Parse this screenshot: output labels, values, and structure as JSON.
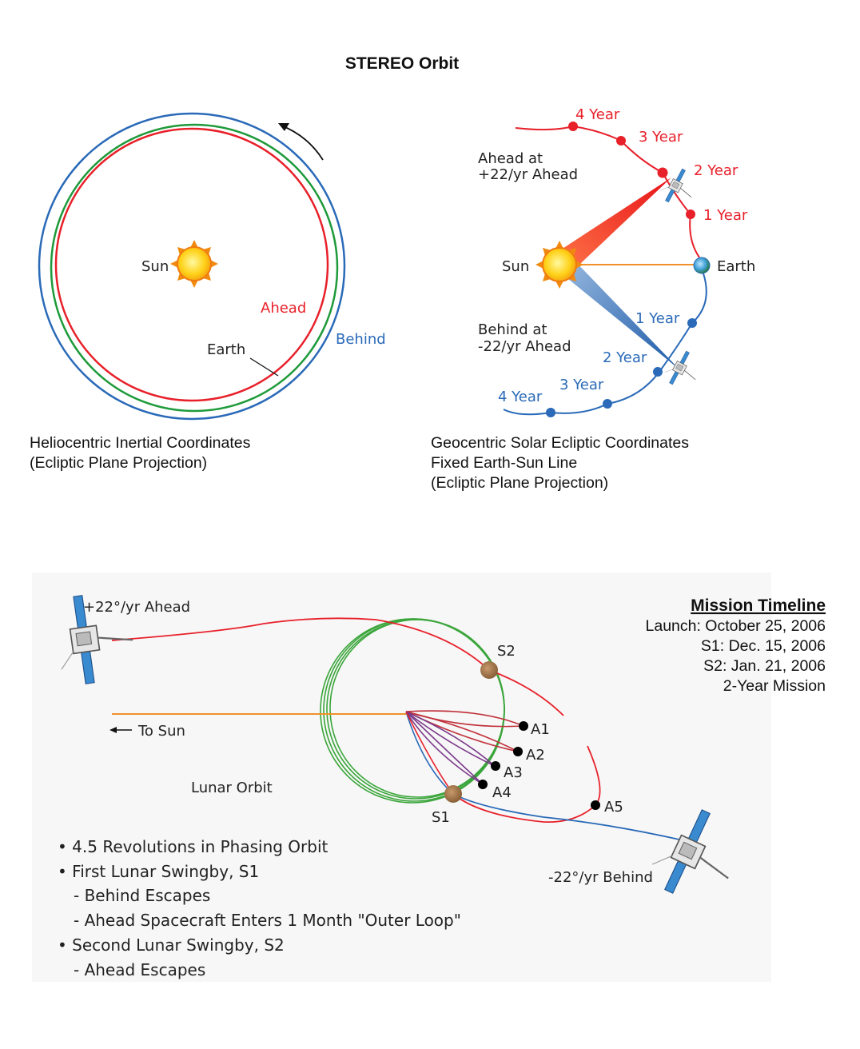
{
  "title": "STEREO Orbit",
  "left_panel": {
    "labels": {
      "sun": "Sun",
      "ahead": "Ahead",
      "earth": "Earth",
      "behind": "Behind"
    },
    "caption": [
      "Heliocentric Inertial Coordinates",
      "(Ecliptic Plane Projection)"
    ]
  },
  "right_panel": {
    "ahead_note": [
      "Ahead at",
      "+22/yr Ahead"
    ],
    "behind_note": [
      "Behind at",
      "-22/yr Ahead"
    ],
    "sun": "Sun",
    "earth": "Earth",
    "ahead_years": [
      "1 Year",
      "2 Year",
      "3 Year",
      "4 Year"
    ],
    "behind_years": [
      "1 Year",
      "2 Year",
      "3 Year",
      "4 Year"
    ],
    "caption": [
      "Geocentric Solar Ecliptic Coordinates",
      "Fixed Earth-Sun Line",
      "(Ecliptic Plane Projection)"
    ]
  },
  "bottom_panel": {
    "ahead_label": "+22°/yr Ahead",
    "behind_label": "-22°/yr Behind",
    "to_sun": "To Sun",
    "lunar_orbit": "Lunar Orbit",
    "points": {
      "s1": "S1",
      "s2": "S2",
      "a1": "A1",
      "a2": "A2",
      "a3": "A3",
      "a4": "A4",
      "a5": "A5"
    },
    "timeline": {
      "heading": "Mission Timeline",
      "lines": [
        "Launch: October 25, 2006",
        "S1:  Dec. 15, 2006",
        "S2:  Jan. 21, 2006",
        "2-Year Mission"
      ]
    },
    "bullets": [
      "• 4.5 Revolutions in Phasing Orbit",
      "• First Lunar Swingby, S1",
      "- Behind Escapes",
      "- Ahead Spacecraft Enters 1 Month \"Outer Loop\"",
      "• Second Lunar Swingby, S2",
      "- Ahead Escapes"
    ]
  },
  "colors": {
    "ahead": "#e8202a",
    "behind": "#2a6ab8",
    "earth_orbit": "#1e9a3a",
    "sun_line": "#f0912a",
    "lunar_orbit": "#3aa53a"
  }
}
